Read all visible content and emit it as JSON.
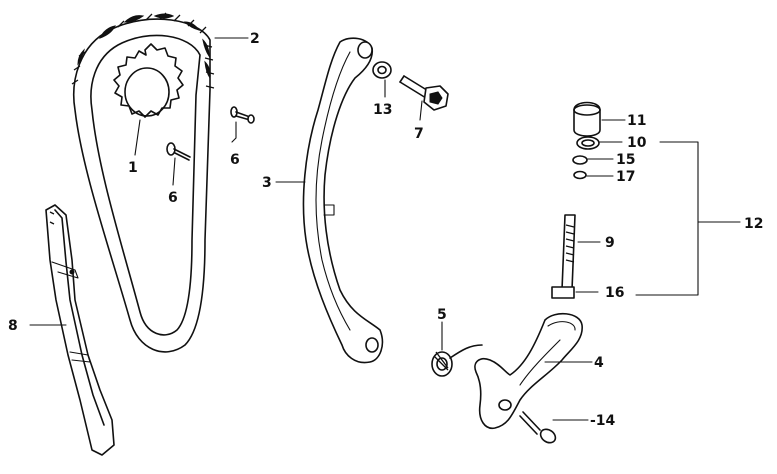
{
  "diagram": {
    "colors": {
      "ink": "#111111",
      "background": "#ffffff"
    },
    "parts": [
      {
        "id": "1",
        "label": "1"
      },
      {
        "id": "2",
        "label": "2"
      },
      {
        "id": "3",
        "label": "3"
      },
      {
        "id": "4",
        "label": "4"
      },
      {
        "id": "5",
        "label": "5"
      },
      {
        "id": "6a",
        "label": "6"
      },
      {
        "id": "6b",
        "label": "6"
      },
      {
        "id": "7",
        "label": "7"
      },
      {
        "id": "8",
        "label": "8"
      },
      {
        "id": "9",
        "label": "9"
      },
      {
        "id": "10",
        "label": "10"
      },
      {
        "id": "11",
        "label": "11"
      },
      {
        "id": "12",
        "label": "12"
      },
      {
        "id": "13",
        "label": "13"
      },
      {
        "id": "14",
        "label": "-14"
      },
      {
        "id": "15",
        "label": "15"
      },
      {
        "id": "16",
        "label": "16"
      },
      {
        "id": "17",
        "label": "17"
      }
    ]
  }
}
